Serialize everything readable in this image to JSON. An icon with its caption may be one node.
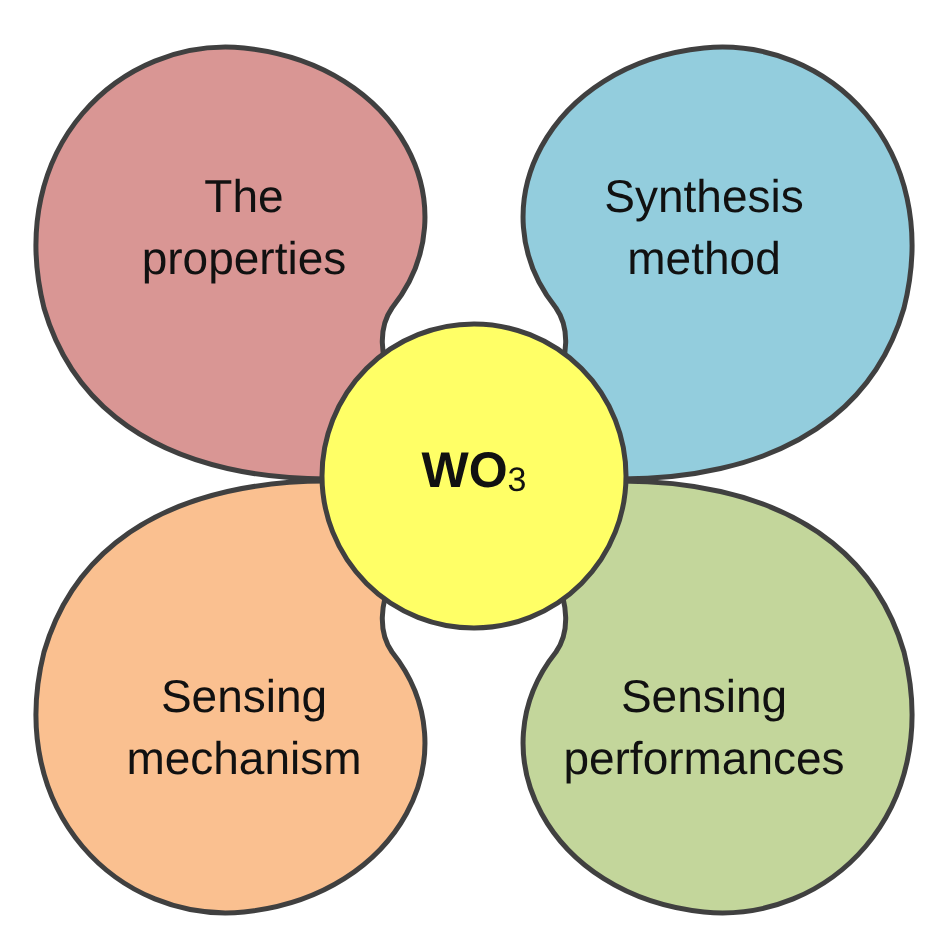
{
  "diagram": {
    "nodes": [
      {
        "text": [
          "The properties"
        ]
      },
      {
        "text": [
          "Synthesis method"
        ]
      },
      {
        "text": [
          "WO$_{3}$"
        ]
      },
      {
        "text": [
          "Sensing mechanism"
        ]
      },
      {
        "text": [
          "Sensing performances"
        ]
      }
    ]
  }
}
